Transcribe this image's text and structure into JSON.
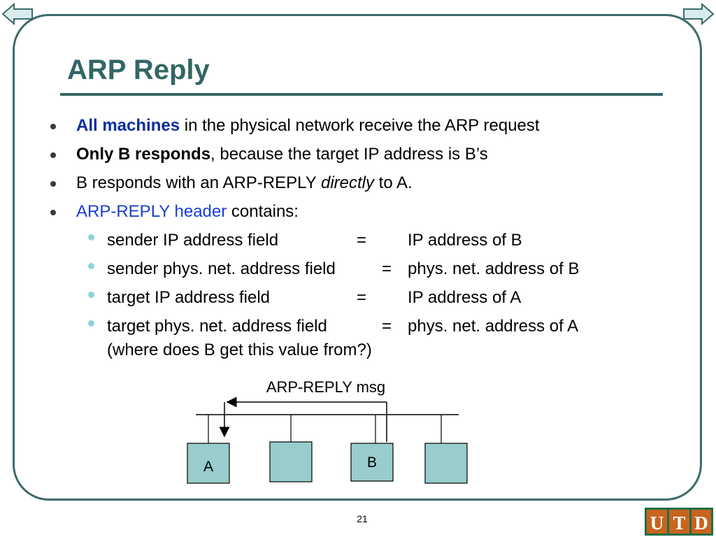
{
  "slide": {
    "title": "ARP Reply",
    "page_number": "21",
    "bullets": [
      {
        "emphasis": "All machines",
        "rest": " in the physical network receive the ARP request"
      },
      {
        "emphasis": "Only B responds",
        "rest": ", because the target IP address is B’s"
      },
      {
        "before": "B responds with an ARP-REPLY ",
        "italic": "directly",
        "after": " to A."
      },
      {
        "link": "ARP-REPLY header",
        "rest": " contains:"
      }
    ],
    "fields": [
      {
        "field": "sender IP address field",
        "eq": "=",
        "value": "IP address of B"
      },
      {
        "field": "sender phys. net. address field",
        "eq": "=",
        "value": "phys. net. address of B"
      },
      {
        "field": "target IP address field",
        "eq": "=",
        "value": "IP address of A"
      },
      {
        "field": "target phys. net. address field",
        "eq": "=",
        "value": "phys. net. address of A"
      }
    ],
    "note": "(where does B get this value from?)"
  },
  "diagram": {
    "message_label": "ARP-REPLY msg",
    "node_a": "A",
    "node_b": "B",
    "node_fill": "#99cccc"
  },
  "colors": {
    "title": "#336666",
    "frame": "#3d6b6b",
    "emphasis": "#0b2d9e",
    "logo": "#c8641e"
  },
  "logo": {
    "letters": [
      "U",
      "T",
      "D"
    ]
  },
  "icons": {
    "prev": "left-arrow-icon",
    "next": "right-arrow-icon"
  }
}
